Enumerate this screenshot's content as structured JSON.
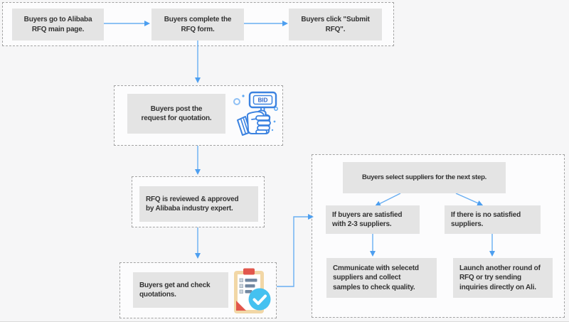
{
  "diagram": {
    "steps": {
      "go_main_page": "Buyers go to Alibaba\nRFQ main page.",
      "complete_form": "Buyers complete the\nRFQ form.",
      "click_submit": "Buyers click \"Submit\nRFQ\".",
      "post_request": "Buyers post  the\nrequest for quotation.",
      "review": "RFQ is reviewed & approved\nby Alibaba industry expert.",
      "get_check": "Buyers get and check\nquotations.",
      "select_suppliers": "Buyers select suppliers for the next step.",
      "satisfied": "If buyers are satisfied\nwith 2-3 suppliers.",
      "no_satisfied": "If there is no satisfied\nsuppliers.",
      "communicate": "Cmmunicate with selecetd\nsuppliers and collect\nsamples to check quality.",
      "launch_again": "Launch another round of\nRFQ or try sending\ninquiries directly on Ali."
    },
    "icons": {
      "bid_icon": "hand-holding-bid-sign",
      "bid_sign_text": "BID",
      "clipboard_icon": "clipboard-checklist-approved"
    },
    "colors": {
      "page_bg": "#f6f6f7",
      "group_bg": "#fcfcfd",
      "dashed_border": "#a3a3a3",
      "node_bg": "#e4e4e4",
      "node_text": "#333333",
      "arrow_blue": "#68aef2",
      "arrowhead_blue": "#4d9ff0",
      "bid_blue": "#3b82e0",
      "clip_red": "#e2574c",
      "clipboard_tan": "#f2d7a6",
      "check_circle_blue": "#45c1f0"
    }
  }
}
